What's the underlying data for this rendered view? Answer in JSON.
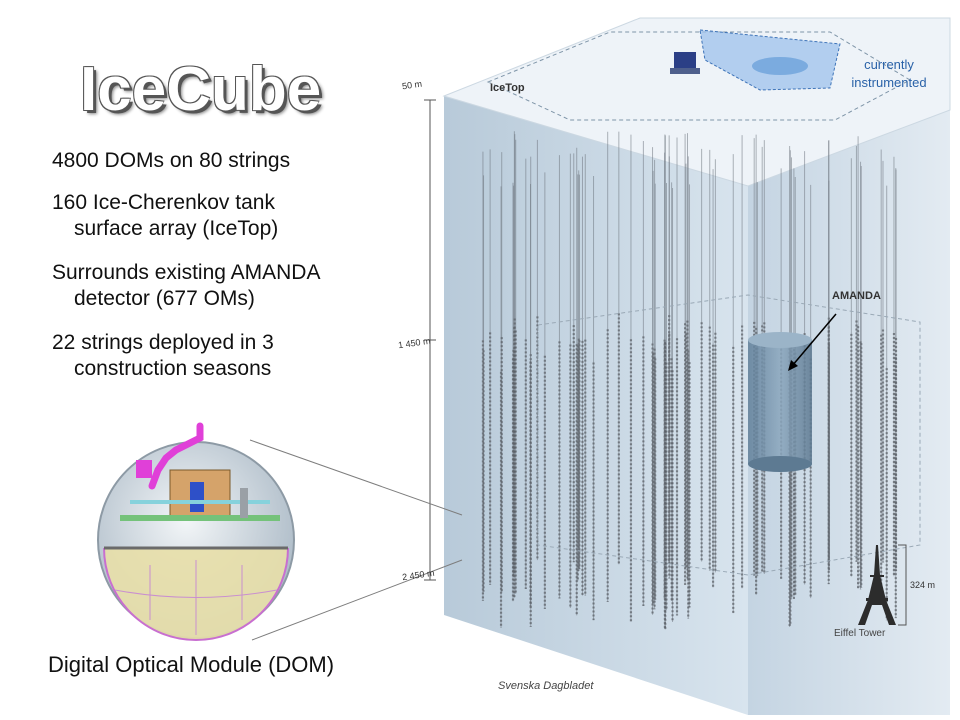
{
  "title": "IceCube",
  "bullets": [
    {
      "line1": "4800 DOMs on 80 strings",
      "line2": ""
    },
    {
      "line1": "160 Ice-Cherenkov tank",
      "line2": "surface array (IceTop)"
    },
    {
      "line1": "Surrounds existing AMANDA",
      "line2": "detector (677 OMs)"
    },
    {
      "line1": "22 strings deployed in 3",
      "line2": "construction seasons"
    }
  ],
  "dom_caption": "Digital Optical Module (DOM)",
  "labels": {
    "icetop": "IceTop",
    "currently_line1": "currently",
    "currently_line2": "instrumented",
    "amanda": "AMANDA",
    "eiffel": "Eiffel Tower",
    "credit": "Svenska Dagbladet"
  },
  "depths": {
    "d50": "50 m",
    "d1450": "1 450 m",
    "d2450": "2 450 m",
    "d324": "324 m"
  },
  "colors": {
    "ice_top": "#eef3f8",
    "ice_side": "#c9d8e6",
    "instrumented_area": "#9ec2ec",
    "amanda_cylinder": "#6f8ea8",
    "dom_cable": "#e040d8",
    "dom_sphere": "#d9e3ea"
  }
}
